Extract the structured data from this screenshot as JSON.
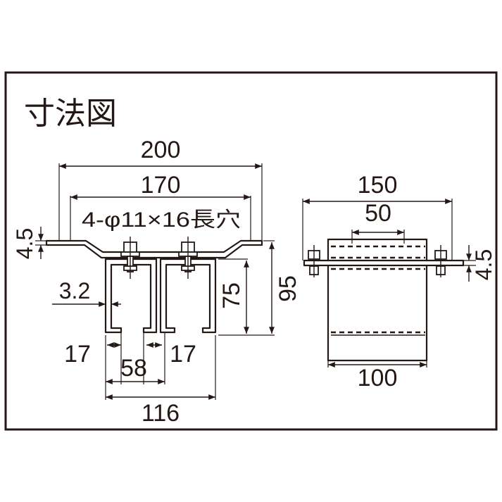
{
  "title": "寸法図",
  "front_view": {
    "width_total": "200",
    "width_holes": "170",
    "hole_spec": "4-φ11×16長穴",
    "plate_thickness": "4.5",
    "web_thickness": "3.2",
    "rail_height": "75",
    "overall_height": "95",
    "flange_left": "17",
    "flange_right": "17",
    "gap": "58",
    "rail_span": "116"
  },
  "side_view": {
    "width_total": "150",
    "width_inner": "50",
    "plate_thickness": "4.5",
    "body_width": "100"
  }
}
